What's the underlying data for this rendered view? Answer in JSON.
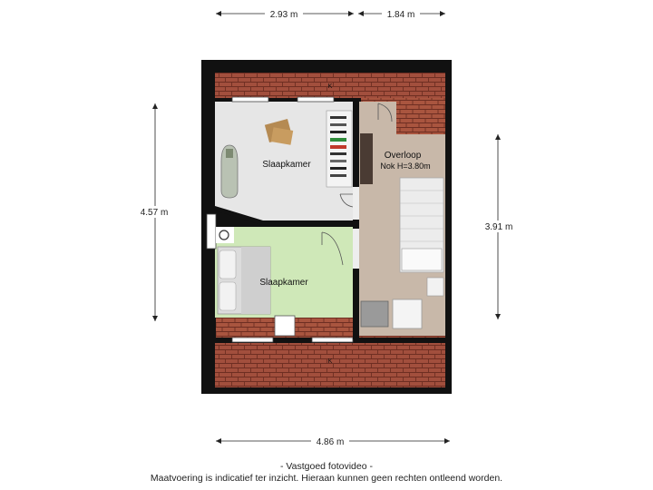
{
  "dimensions": {
    "top_left": "2.93 m",
    "top_right": "1.84 m",
    "left": "4.57 m",
    "right": "3.91 m",
    "bottom": "4.86 m"
  },
  "rooms": {
    "bedroom_top": "Slaapkamer",
    "bedroom_bottom": "Slaapkamer",
    "landing": "Overloop",
    "landing_note": "Nok H=3.80m"
  },
  "roof_marks": {
    "top": "K",
    "bottom": "K"
  },
  "footer": {
    "line1": "- Vastgoed fotovideo -",
    "line2": "Maatvoering is indicatief ter inzicht. Hieraan kunnen geen rechten ontleend worden."
  },
  "colors": {
    "roof_tile": "#9a4a3a",
    "wall": "#111111",
    "bedroom_top_floor": "#e6e6e6",
    "bedroom_bottom_floor": "#cfe8b8",
    "landing_floor": "#c8b8a9"
  }
}
